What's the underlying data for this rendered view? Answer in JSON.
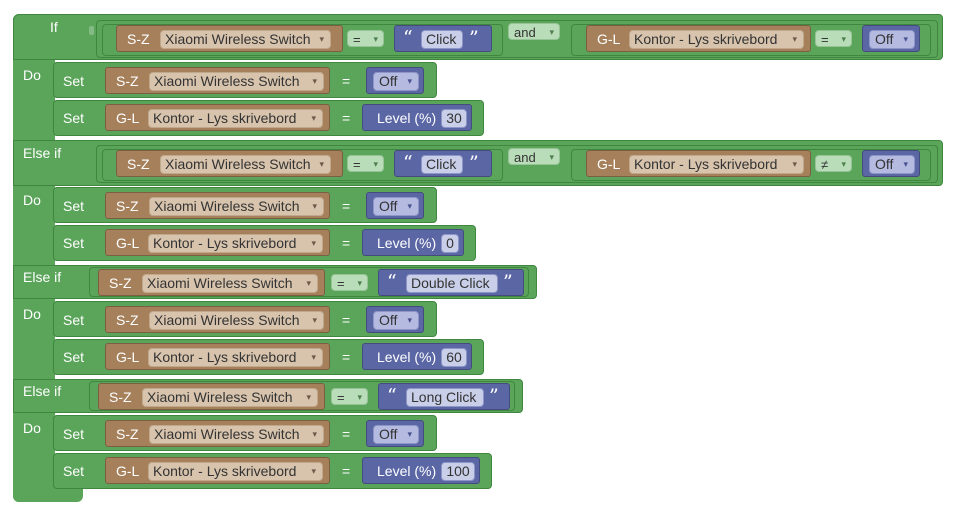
{
  "keywords": {
    "if": "If",
    "do": "Do",
    "else_if": "Else if",
    "set": "Set",
    "and": "and"
  },
  "devices": {
    "switch_prefix": "S-Z",
    "switch_name": "Xiaomi Wireless Switch",
    "light_prefix": "G-L",
    "light_name": "Kontor - Lys skrivebord"
  },
  "operators": {
    "eq": "=",
    "neq": "≠"
  },
  "values": {
    "click": "Click",
    "double_click": "Double Click",
    "long_click": "Long Click",
    "off": "Off",
    "level_label": "Level (%)",
    "level_30": "30",
    "level_0": "0",
    "level_60": "60",
    "level_100": "100"
  },
  "glyphs": {
    "gear": "⚙",
    "dropdown_arrow": "▾",
    "quote_open": "“",
    "quote_close": "”"
  },
  "colors": {
    "logic_green": "#5ba55b",
    "device_brown": "#a5805b",
    "value_blue": "#5b67a5",
    "mutator_blue": "#3c6fc4"
  }
}
